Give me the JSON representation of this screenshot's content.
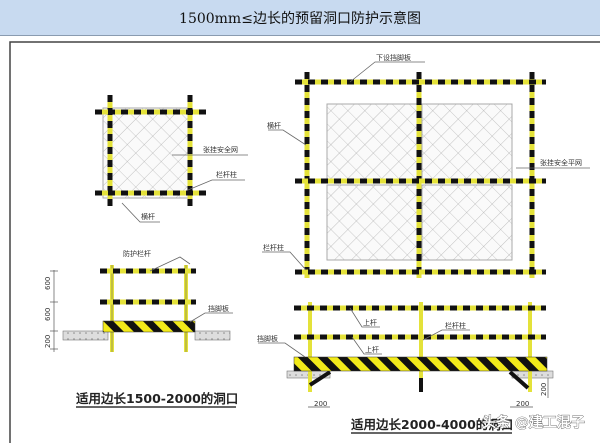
{
  "header": {
    "title": "1500mm≤边长的预留洞口防护示意图"
  },
  "colors": {
    "header_bg": "#c8daf0",
    "rail_yellow": "#e4e23a",
    "rail_black": "#111111"
  },
  "left_plan": {
    "net_label": "张挂安全网",
    "post_label": "栏杆柱",
    "rail_label": "横杆"
  },
  "left_elevation": {
    "rail_label": "防护栏杆",
    "toe_board_label": "挡脚板",
    "dims": [
      "600",
      "600",
      "200"
    ]
  },
  "left_caption": "适用边长1500-2000的洞口",
  "right_plan": {
    "toe_board_label": "下设挡脚板",
    "rail_label": "横杆",
    "net_label": "张挂安全平网",
    "post_label": "栏杆柱"
  },
  "right_elevation": {
    "top_rail_label": "上杆",
    "mid_rail_label": "上杆",
    "post_label": "栏杆柱",
    "toe_board_label": "挡脚板",
    "dims": [
      "200",
      "200",
      "200"
    ]
  },
  "right_caption": "适用边长2000-4000的洞口",
  "watermark": "头条 @建工混子"
}
